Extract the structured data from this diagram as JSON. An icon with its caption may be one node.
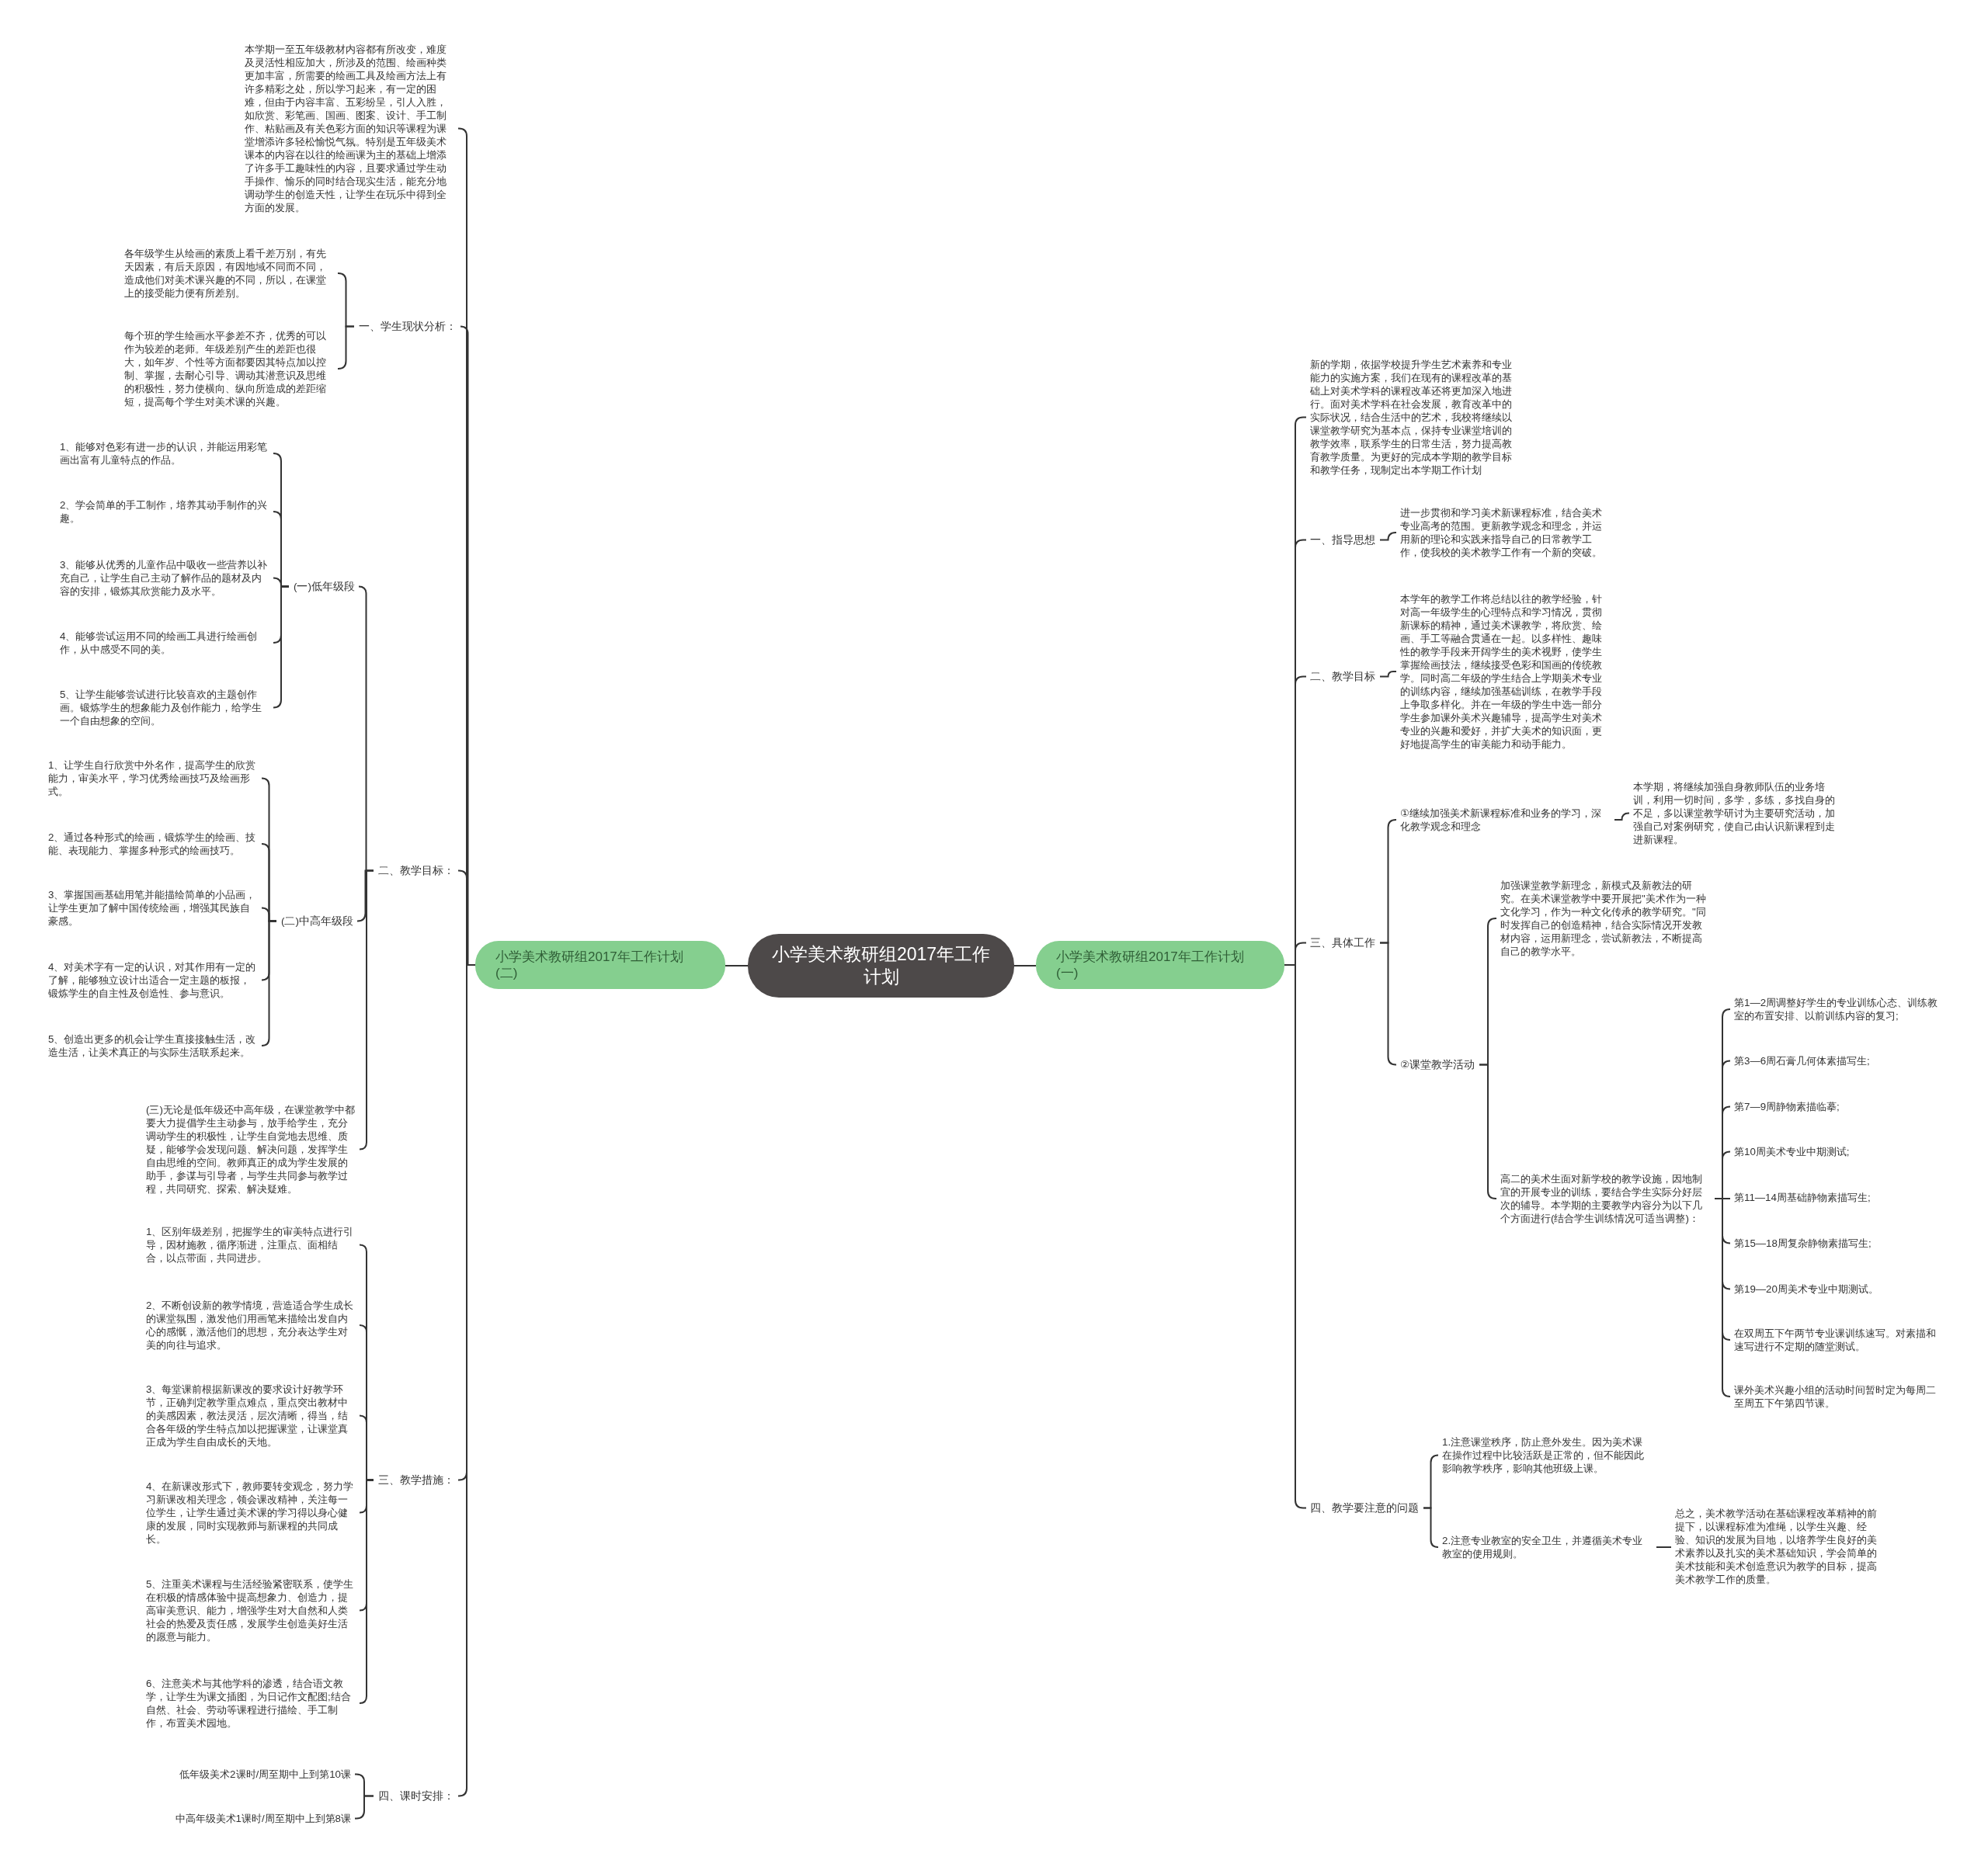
{
  "diagram": {
    "nodes": [
      {
        "text": [
          "小学美术教研组2017年工作计划"
        ]
      },
      {
        "text": [
          "小学美术教研组2017年工作计划(二)"
        ]
      },
      {
        "text": [
          "小学美术教研组2017年工作计划(一)"
        ]
      },
      {
        "text": [
          "本学期一至五年级教材内容都有所改变，难度及灵活性相应加大，所涉及的范围、绘画种类更加丰富，所需要的绘画工具及绘画方法上有许多精彩之处，所以学习起来，有一定的困难，但由于内容丰富、五彩纷呈，引人入胜，如欣赏、彩笔画、国画、图案、设计、手工制作、粘贴画及有关色彩方面的知识等课程为课堂增添许多轻松愉悦气氛。特别是五年级美术课本的内容在以往的绘画课为主的基础上增添了许多手工趣味性的内容，且要求通过学生动手操作、愉乐的同时结合现实生活，能充分地调动学生的创造天性，让学生在玩乐中得到全方面的发展。"
        ]
      },
      {
        "text": [
          "一、学生现状分析："
        ]
      },
      {
        "text": [
          "各年级学生从绘画的素质上看千差万别，有先天因素，有后天原因，有因地域不同而不同，造成他们对美术课兴趣的不同，所以，在课堂上的接受能力便有所差别。"
        ]
      },
      {
        "text": [
          "每个班的学生绘画水平参差不齐，优秀的可以作为较差的老师。年级差别产生的差距也很大，如年岁、个性等方面都要因其特点加以控制、掌握，去耐心引导、调动其潜意识及思维的积极性，努力使横向、纵向所造成的差距缩短，提高每个学生对美术课的兴趣。"
        ]
      },
      {
        "text": [
          "二、教学目标："
        ]
      },
      {
        "text": [
          "(一)低年级段"
        ]
      },
      {
        "text": [
          "1、能够对色彩有进一步的认识，并能运用彩笔画出富有儿童特点的作品。"
        ]
      },
      {
        "text": [
          "2、学会简单的手工制作，培养其动手制作的兴趣。"
        ]
      },
      {
        "text": [
          "3、能够从优秀的儿童作品中吸收一些营养以补充自己，让学生自己主动了解作品的题材及内容的安排，锻炼其欣赏能力及水平。"
        ]
      },
      {
        "text": [
          "4、能够尝试运用不同的绘画工具进行绘画创作，从中感受不同的美。"
        ]
      },
      {
        "text": [
          "5、让学生能够尝试进行比较喜欢的主题创作画。锻炼学生的想象能力及创作能力，给学生一个自由想象的空间。"
        ]
      },
      {
        "text": [
          "(二)中高年级段"
        ]
      },
      {
        "text": [
          "1、让学生自行欣赏中外名作，提高学生的欣赏能力，审美水平，学习优秀绘画技巧及绘画形式。"
        ]
      },
      {
        "text": [
          "2、通过各种形式的绘画，锻炼学生的绘画、技能、表现能力、掌握多种形式的绘画技巧。"
        ]
      },
      {
        "text": [
          "3、掌握国画基础用笔并能描绘简单的小品画，让学生更加了解中国传统绘画，增强其民族自豪感。"
        ]
      },
      {
        "text": [
          "4、对美术字有一定的认识，对其作用有一定的了解，能够独立设计出适合一定主题的板报，锻炼学生的自主性及创造性、参与意识。"
        ]
      },
      {
        "text": [
          "5、创造出更多的机会让学生直接接触生活，改造生活，让美术真正的与实际生活联系起来。"
        ]
      },
      {
        "text": [
          "(三)无论是低年级还中高年级，在课堂教学中都要大力提倡学生主动参与，放手给学生，充分调动学生的积极性，让学生自觉地去思维、质疑，能够学会发现问题、解决问题，发挥学生自由思维的空间。教师真正的成为学生发展的助手，参谋与引导者，与学生共同参与教学过程，共同研究、探索、解决疑难。"
        ]
      },
      {
        "text": [
          "三、教学措施："
        ]
      },
      {
        "text": [
          "1、区别年级差别，把握学生的审美特点进行引导，因材施教，循序渐进，注重点、面相结合，以点带面，共同进步。"
        ]
      },
      {
        "text": [
          "2、不断创设新的教学情境，营造适合学生成长的课堂氛围，激发他们用画笔来描绘出发自内心的感慨，激活他们的思想，充分表达学生对美的向往与追求。"
        ]
      },
      {
        "text": [
          "3、每堂课前根据新课改的要求设计好教学环节，正确判定教学重点难点，重点突出教材中的美感因素，教法灵活，层次清晰，得当，结合各年级的学生特点加以把握课堂，让课堂真正成为学生自由成长的天地。"
        ]
      },
      {
        "text": [
          "4、在新课改形式下，教师要转变观念，努力学习新课改相关理念，领会课改精神，关注每一位学生，让学生通过美术课的学习得以身心健康的发展，同时实现教师与新课程的共同成长。"
        ]
      },
      {
        "text": [
          "5、注重美术课程与生活经验紧密联系，使学生在积极的情感体验中提高想象力、创造力，提高审美意识、能力，增强学生对大自然和人类社会的热爱及责任感，发展学生创造美好生活的愿意与能力。"
        ]
      },
      {
        "text": [
          "6、注意美术与其他学科的渗透，结合语文教学，让学生为课文插图，为日记作文配图;结合自然、社会、劳动等课程进行描绘、手工制作，布置美术园地。"
        ]
      },
      {
        "text": [
          "四、课时安排："
        ]
      },
      {
        "text": [
          "低年级美术2课时/周至期中上到第10课"
        ]
      },
      {
        "text": [
          "中高年级美术1课时/周至期中上到第8课"
        ]
      },
      {
        "text": [
          "新的学期，依据学校提升学生艺术素养和专业能力的实施方案，我们在现有的课程改革的基础上对美术学科的课程改革还将更加深入地进行。面对美术学科在社会发展，教育改革中的实际状况，结合生活中的艺术，我校将继续以课堂教学研究为基本点，保持专业课堂培训的教学效率，联系学生的日常生活，努力提高教育教学质量。为更好的完成本学期的教学目标和教学任务，现制定出本学期工作计划"
        ]
      },
      {
        "text": [
          "一、指导思想"
        ]
      },
      {
        "text": [
          "进一步贯彻和学习美术新课程标准，结合美术专业高考的范围。更新教学观念和理念，并运用新的理论和实践来指导自己的日常教学工作，使我校的美术教学工作有一个新的突破。"
        ]
      },
      {
        "text": [
          "二、教学目标"
        ]
      },
      {
        "text": [
          "本学年的教学工作将总结以往的教学经验，针对高一年级学生的心理特点和学习情况，贯彻新课标的精神，通过美术课教学，将欣赏、绘画、手工等融合贯通在一起。以多样性、趣味性的教学手段来开阔学生的美术视野，使学生掌握绘画技法，继续接受色彩和国画的传统教学。同时高二年级的学生结合上学期美术专业的训练内容，继续加强基础训练，在教学手段上争取多样化。并在一年级的学生中选一部分学生参加课外美术兴趣辅导，提高学生对美术专业的兴趣和爱好，并扩大美术的知识面，更好地提高学生的审美能力和动手能力。"
        ]
      },
      {
        "text": [
          "三、具体工作"
        ]
      },
      {
        "text": [
          "①继续加强美术新课程标准和业务的学习，深化教学观念和理念"
        ]
      },
      {
        "text": [
          "本学期，将继续加强自身教师队伍的业务培训，利用一切时间，多学，多练，多找自身的不足，多以课堂教学研讨为主要研究活动，加强自己对案例研究，使自己由认识新课程到走进新课程。"
        ]
      },
      {
        "text": [
          "②课堂教学活动"
        ]
      },
      {
        "text": [
          "加强课堂教学新理念，新模式及新教法的研究。在美术课堂教学中要开展把\"美术作为一种文化学习，作为一种文化传承的教学研究。\"同时发挥自己的创造精神，结合实际情况开发教材内容，运用新理念，尝试新教法，不断提高自己的教学水平。"
        ]
      },
      {
        "text": [
          "高二的美术生面对新学校的教学设施，因地制宜的开展专业的训练，要结合学生实际分好层次的辅导。本学期的主要教学内容分为以下几个方面进行(结合学生训练情况可适当调整)："
        ]
      },
      {
        "text": [
          "第1—2周调整好学生的专业训练心态、训练教室的布置安排、以前训练内容的复习;"
        ]
      },
      {
        "text": [
          "第3—6周石膏几何体素描写生;"
        ]
      },
      {
        "text": [
          "第7—9周静物素描临摹;"
        ]
      },
      {
        "text": [
          "第10周美术专业中期测试;"
        ]
      },
      {
        "text": [
          "第11—14周基础静物素描写生;"
        ]
      },
      {
        "text": [
          "第15—18周复杂静物素描写生;"
        ]
      },
      {
        "text": [
          "第19—20周美术专业中期测试。"
        ]
      },
      {
        "text": [
          "在双周五下午两节专业课训练速写。对素描和速写进行不定期的随堂测试。"
        ]
      },
      {
        "text": [
          "课外美术兴趣小组的活动时间暂时定为每周二至周五下午第四节课。"
        ]
      },
      {
        "text": [
          "四、教学要注意的问题"
        ]
      },
      {
        "text": [
          "1.注意课堂秩序，防止意外发生。因为美术课在操作过程中比较活跃是正常的，但不能因此影响教学秩序，影响其他班级上课。"
        ]
      },
      {
        "text": [
          "2.注意专业教室的安全卫生，并遵循美术专业教室的使用规则。"
        ]
      },
      {
        "text": [
          "总之，美术教学活动在基础课程改革精神的前提下，以课程标准为准绳，以学生兴趣、经验、知识的发展为目地，以培养学生良好的美术素养以及扎实的美术基础知识，学会简单的美术技能和美术创造意识为教学的目标，提高美术教学工作的质量。"
        ]
      }
    ],
    "edges": [
      {
        "from": 0,
        "to": 1,
        "arrow": "none"
      },
      {
        "from": 0,
        "to": 2,
        "arrow": "none"
      },
      {
        "from": 1,
        "to": 3,
        "arrow": "none"
      },
      {
        "from": 1,
        "to": 4,
        "arrow": "none"
      },
      {
        "from": 4,
        "to": 5,
        "arrow": "none"
      },
      {
        "from": 4,
        "to": 6,
        "arrow": "none"
      },
      {
        "from": 1,
        "to": 7,
        "arrow": "none"
      },
      {
        "from": 7,
        "to": 8,
        "arrow": "none"
      },
      {
        "from": 8,
        "to": 9,
        "arrow": "none"
      },
      {
        "from": 8,
        "to": 10,
        "arrow": "none"
      },
      {
        "from": 8,
        "to": 11,
        "arrow": "none"
      },
      {
        "from": 8,
        "to": 12,
        "arrow": "none"
      },
      {
        "from": 8,
        "to": 13,
        "arrow": "none"
      },
      {
        "from": 7,
        "to": 14,
        "arrow": "none"
      },
      {
        "from": 14,
        "to": 15,
        "arrow": "none"
      },
      {
        "from": 14,
        "to": 16,
        "arrow": "none"
      },
      {
        "from": 14,
        "to": 17,
        "arrow": "none"
      },
      {
        "from": 14,
        "to": 18,
        "arrow": "none"
      },
      {
        "from": 14,
        "to": 19,
        "arrow": "none"
      },
      {
        "from": 7,
        "to": 20,
        "arrow": "none"
      },
      {
        "from": 1,
        "to": 21,
        "arrow": "none"
      },
      {
        "from": 21,
        "to": 22,
        "arrow": "none"
      },
      {
        "from": 21,
        "to": 23,
        "arrow": "none"
      },
      {
        "from": 21,
        "to": 24,
        "arrow": "none"
      },
      {
        "from": 21,
        "to": 25,
        "arrow": "none"
      },
      {
        "from": 21,
        "to": 26,
        "arrow": "none"
      },
      {
        "from": 21,
        "to": 27,
        "arrow": "none"
      },
      {
        "from": 1,
        "to": 28,
        "arrow": "none"
      },
      {
        "from": 28,
        "to": 29,
        "arrow": "none"
      },
      {
        "from": 28,
        "to": 30,
        "arrow": "none"
      },
      {
        "from": 2,
        "to": 31,
        "arrow": "none"
      },
      {
        "from": 2,
        "to": 32,
        "arrow": "none"
      },
      {
        "from": 32,
        "to": 33,
        "arrow": "none"
      },
      {
        "from": 2,
        "to": 34,
        "arrow": "none"
      },
      {
        "from": 34,
        "to": 35,
        "arrow": "none"
      },
      {
        "from": 2,
        "to": 36,
        "arrow": "none"
      },
      {
        "from": 36,
        "to": 37,
        "arrow": "none"
      },
      {
        "from": 37,
        "to": 38,
        "arrow": "none"
      },
      {
        "from": 36,
        "to": 39,
        "arrow": "none"
      },
      {
        "from": 39,
        "to": 40,
        "arrow": "none"
      },
      {
        "from": 39,
        "to": 41,
        "arrow": "none"
      },
      {
        "from": 41,
        "to": 42,
        "arrow": "none"
      },
      {
        "from": 41,
        "to": 43,
        "arrow": "none"
      },
      {
        "from": 41,
        "to": 44,
        "arrow": "none"
      },
      {
        "from": 41,
        "to": 45,
        "arrow": "none"
      },
      {
        "from": 41,
        "to": 46,
        "arrow": "none"
      },
      {
        "from": 41,
        "to": 47,
        "arrow": "none"
      },
      {
        "from": 41,
        "to": 48,
        "arrow": "none"
      },
      {
        "from": 41,
        "to": 49,
        "arrow": "none"
      },
      {
        "from": 41,
        "to": 50,
        "arrow": "none"
      },
      {
        "from": 2,
        "to": 51,
        "arrow": "none"
      },
      {
        "from": 51,
        "to": 52,
        "arrow": "none"
      },
      {
        "from": 51,
        "to": 53,
        "arrow": "none"
      },
      {
        "from": 53,
        "to": 54,
        "arrow": "none"
      }
    ]
  }
}
